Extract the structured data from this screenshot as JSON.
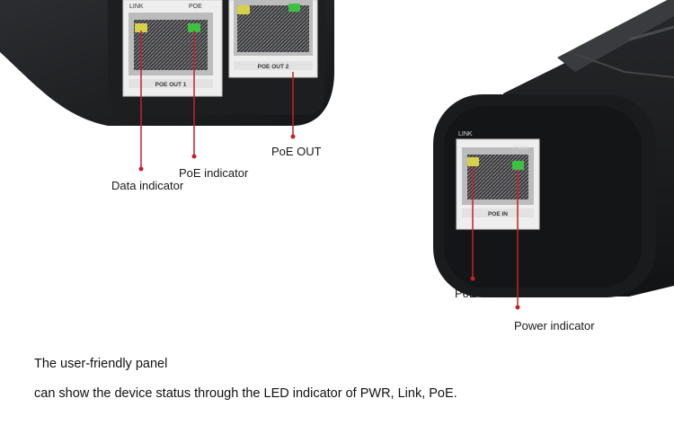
{
  "left_device": {
    "port1_top_label": "LINK",
    "port1_top_label2": "POE",
    "port1_bottom_label": "POE OUT 1",
    "port2_bottom_label": "POE OUT 2"
  },
  "right_device": {
    "led_label_link": "LINK",
    "led_label_pwr": "PWR",
    "port_label": "POE IN"
  },
  "callouts": {
    "data_indicator": "Data indicator",
    "poe_indicator": "PoE indicator",
    "poe_out": "PoE OUT",
    "poe_in": "PoE IN",
    "power_indicator": "Power indicator"
  },
  "caption": {
    "line1": "The user-friendly panel",
    "line2": "can show the device status through the LED indicator of PWR, Link, PoE."
  },
  "colors": {
    "body": "#232427",
    "led_yellow": "#d6d14a",
    "led_green": "#3cc241",
    "pointer_red": "#c4202a"
  }
}
